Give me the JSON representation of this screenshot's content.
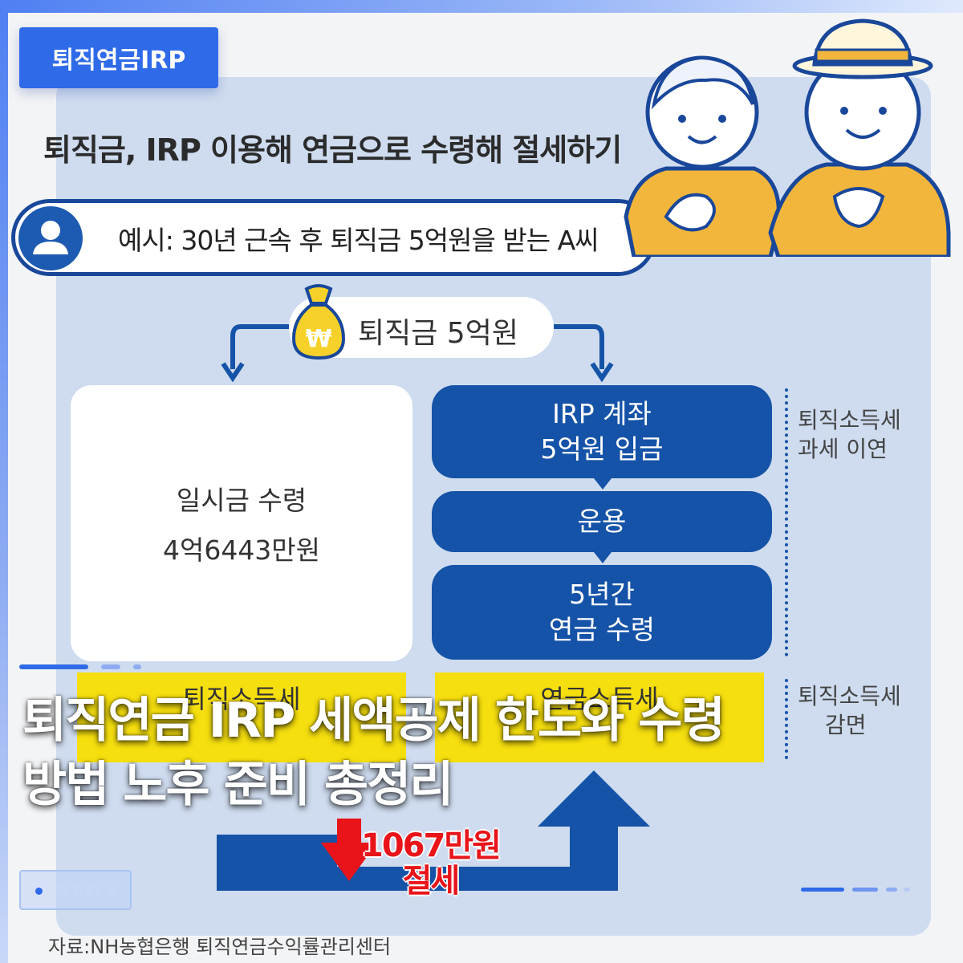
{
  "badge": {
    "label": "퇴직연금IRP"
  },
  "diagram": {
    "title": "퇴직금, IRP 이용해 연금으로 수령해 절세하기",
    "example": "예시: 30년 근속 후 퇴직금 5억원을 받는 A씨",
    "money": "퇴직금 5억원",
    "lump_sum": {
      "line1": "일시금 수령",
      "line2": "4억6443만원"
    },
    "irp_steps": [
      {
        "line1": "IRP 계좌",
        "line2": "5억원 입금"
      },
      {
        "line1": "운용",
        "line2": ""
      },
      {
        "line1": "5년간",
        "line2": "연금 수령"
      }
    ],
    "side_note_1": {
      "line1": "퇴직소득세",
      "line2": "과세 이연"
    },
    "side_note_2": {
      "line1": "퇴직소득세",
      "line2": "감면"
    },
    "tax_label_left": "퇴직소득세",
    "tax_label_right": "연금소득세",
    "savings": {
      "amount": "1067만원",
      "label": "절세"
    },
    "source": "자료:NH농협은행 퇴직연금수익률관리센터"
  },
  "headline": {
    "line1": "퇴직연금 IRP 세액공제 한도와 수령",
    "line2": "방법 노후 준비 총정리"
  },
  "news_label": "NEWS",
  "colors": {
    "accent": "#2f6ae8",
    "navy": "#1553a8",
    "yellow": "#f6df0e",
    "red": "#e8141a",
    "panel": "#cfdcef"
  }
}
